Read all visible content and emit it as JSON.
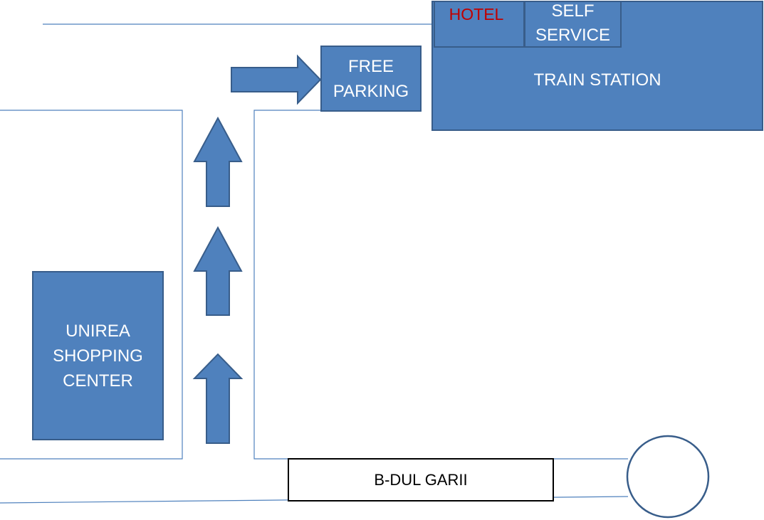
{
  "colors": {
    "building_fill": "#4f81bd",
    "building_border": "#385d8a",
    "building_text": "#ffffff",
    "hotel_text": "#c00000",
    "road_line": "#4f81bd",
    "roundabout_stroke": "#385d8a"
  },
  "labels": {
    "hotel": "HOTEL",
    "self_service_line1": "SELF",
    "self_service_line2": "SERVICE",
    "train_station": "TRAIN STATION",
    "free_parking_line1": "FREE",
    "free_parking_line2": "PARKING",
    "shopping_line1": "UNIREA",
    "shopping_line2": "SHOPPING",
    "shopping_line3": "CENTER",
    "street": "B-DUL GARII"
  },
  "icons": {
    "route_arrows": [
      "arrow-up-icon",
      "arrow-up-icon",
      "arrow-up-icon",
      "arrow-right-icon"
    ],
    "roundabout": "roundabout-circle"
  }
}
